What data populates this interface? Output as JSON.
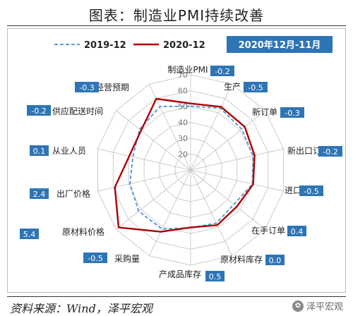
{
  "title": "图表：制造业PMI持续改善",
  "source": "资料来源：Wind，泽平宏观",
  "watermark": "泽平宏观",
  "colors": {
    "series_2019": "#5b9bd5",
    "series_2020": "#b00000",
    "badge": "#2e75b6",
    "grid": "#cccccc"
  },
  "chart_data": {
    "type": "radar",
    "legend": [
      "2019-12",
      "2020-12"
    ],
    "legend_placement": "top",
    "box_label": "2020年12月-11月",
    "radial_ticks": [
      20,
      30,
      40,
      50,
      60,
      70
    ],
    "rlim": [
      10,
      70
    ],
    "categories": [
      {
        "name": "制造业PMI",
        "change": "-0.2"
      },
      {
        "name": "生产",
        "change": "-0.5"
      },
      {
        "name": "新订单",
        "change": "-0.3"
      },
      {
        "name": "新出口订单",
        "change": "-0.2"
      },
      {
        "name": "进口",
        "change": "-0.5"
      },
      {
        "name": "在手订单",
        "change": "0.4"
      },
      {
        "name": "原材料库存",
        "change": "0.0"
      },
      {
        "name": "产成品库存",
        "change": "0.5"
      },
      {
        "name": "采购量",
        "change": "-0.5"
      },
      {
        "name": "原材料价格",
        "change": "5.4"
      },
      {
        "name": "出厂价格",
        "change": "2.4"
      },
      {
        "name": "从业人员",
        "change": "0.1"
      },
      {
        "name": "供应配送时间",
        "change": "-0.2"
      },
      {
        "name": "经营预期",
        "change": "-0.3"
      }
    ],
    "series": [
      {
        "name": "2019-12",
        "style": "dashed",
        "values": [
          50.2,
          53.2,
          51.2,
          50.3,
          49.9,
          44.8,
          47.2,
          46.5,
          51.3,
          51.8,
          49.2,
          47.3,
          51.1,
          54.4
        ]
      },
      {
        "name": "2020-12",
        "style": "solid",
        "values": [
          51.9,
          54.2,
          53.6,
          51.3,
          50.4,
          47.1,
          48.6,
          46.2,
          53.2,
          68.0,
          58.9,
          49.6,
          49.9,
          59.8
        ]
      }
    ]
  }
}
